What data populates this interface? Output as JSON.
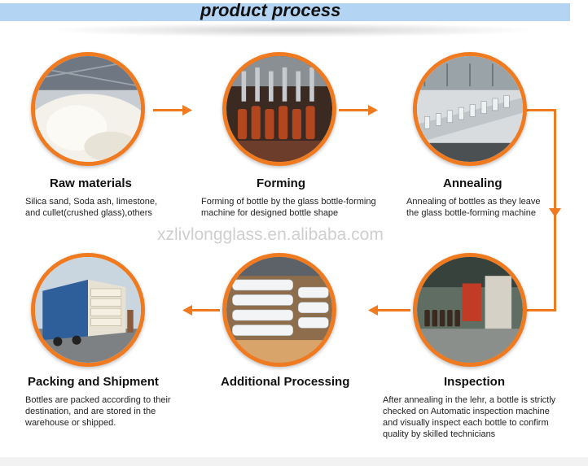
{
  "header": {
    "title": "product process"
  },
  "watermark": "xzlivlongglass.en.alibaba.com",
  "accent_color": "#f07a1f",
  "steps": [
    {
      "title": "Raw materials",
      "desc": [
        "Silica sand, Soda ash, limestone,",
        "and cullet(crushed glass),others"
      ]
    },
    {
      "title": "Forming",
      "desc": [
        "Forming of bottle by the glass bottle-forming",
        "machine for designed bottle shape"
      ]
    },
    {
      "title": "Annealing",
      "desc": [
        "Annealing of bottles as they leave",
        "the glass bottle-forming machine"
      ]
    },
    {
      "title": "Inspection",
      "desc": [
        "After annealing in the lehr, a bottle is strictly",
        "checked on Automatic inspection machine",
        "and visually inspect each bottle to confirm",
        "quality by skilled technicians"
      ]
    },
    {
      "title": "Additional Processing",
      "desc": []
    },
    {
      "title": "Packing and Shipment",
      "desc": [
        "Bottles are packed according to their",
        "destination, and are stored in the",
        "warehouse or shipped."
      ]
    }
  ]
}
